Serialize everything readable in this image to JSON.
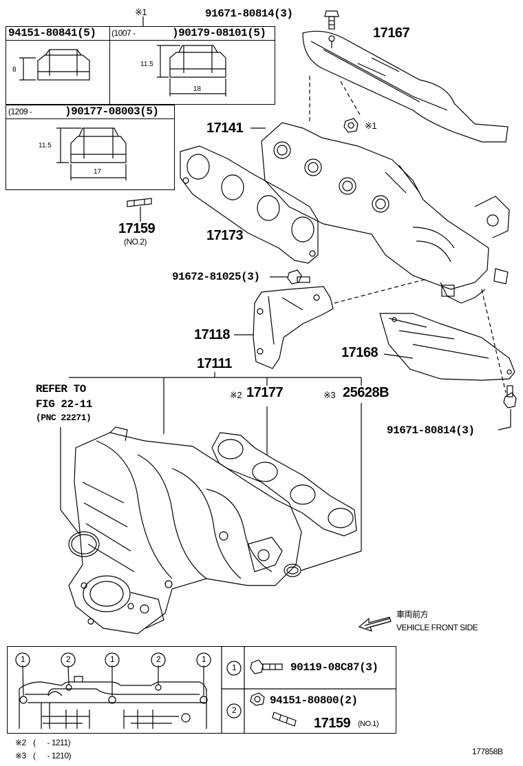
{
  "inset": {
    "note_mark": "※1",
    "nut_a": {
      "part": "94151-80841(5)",
      "dim_h": "8"
    },
    "nut_b": {
      "range": "(1007 -",
      "part": ")90179-08101(5)",
      "dim_h": "11.5",
      "dim_w": "18"
    },
    "nut_c": {
      "range": "(1209 -",
      "part": ")90177-08003(5)",
      "dim_h": "11.5",
      "dim_w": "17"
    }
  },
  "parts": {
    "p91671_top": "91671-80814(3)",
    "p17167": "17167",
    "p17141": "17141",
    "mark1": "※1",
    "p17173": "17173",
    "p17159": "17159",
    "p17159_no2": "(NO.2)",
    "p91672": "91672-81025(3)",
    "p17118": "17118",
    "p17168": "17168",
    "p17111": "17111",
    "p17177": "17177",
    "p17177_mark": "※2",
    "p25628": "25628B",
    "p25628_mark": "※3",
    "p91671_bot": "91671-80814(3)",
    "refer1": "REFER TO",
    "refer2": "FIG 22-11",
    "refer3": "(PNC 22271)"
  },
  "direction": {
    "jp": "車両前方",
    "en": "VEHICLE FRONT SIDE"
  },
  "legend": {
    "circles": [
      "1",
      "2",
      "1",
      "2",
      "1"
    ],
    "item1_num": "1",
    "item1_part": "90119-08C87(3)",
    "item2_num": "2",
    "item2_part": "94151-80800(2)",
    "item2b_part": "17159",
    "item2b_note": "(NO.1)"
  },
  "footnotes": {
    "n2_mark": "※2",
    "n2_text": "(      - 1211)",
    "n3_mark": "※3",
    "n3_text": "(      - 1210)"
  },
  "figure_id": "177858B"
}
